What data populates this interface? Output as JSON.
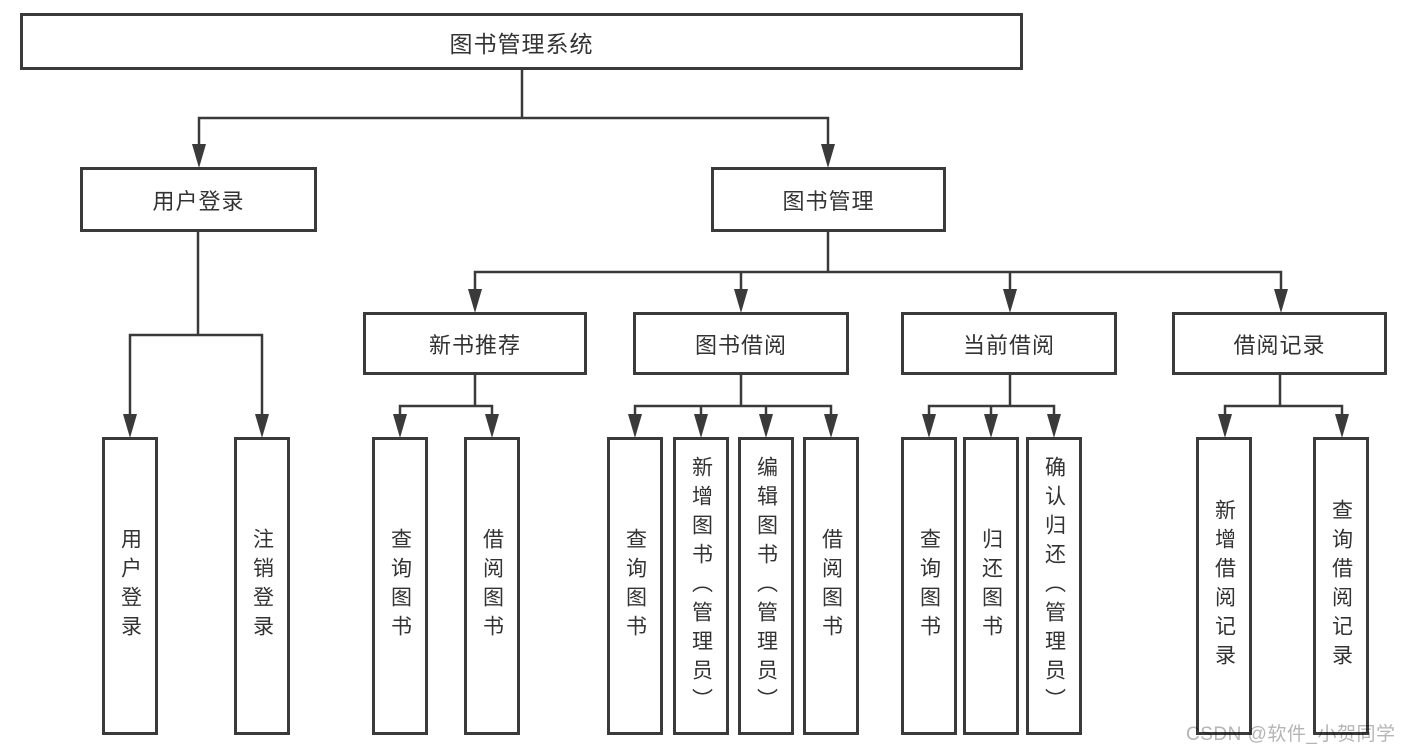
{
  "colors": {
    "line": "#3a3a3a",
    "text": "#333333",
    "background": "#ffffff",
    "watermark": "#b5b5b5"
  },
  "nodes": {
    "root": "图书管理系统",
    "user_login": "用户登录",
    "book_management": "图书管理",
    "new_book_recommend": "新书推荐",
    "book_borrow": "图书借阅",
    "current_borrow": "当前借阅",
    "borrow_record": "借阅记录",
    "ul_user_login": "用户登录",
    "ul_logout": "注销登录",
    "nb_query_book": "查询图书",
    "nb_borrow_book": "借阅图书",
    "bb_query_book": "查询图书",
    "bb_add_book": "新增图书（管理员）",
    "bb_edit_book": "编辑图书（管理员）",
    "bb_borrow_book": "借阅图书",
    "cb_query_book": "查询图书",
    "cb_return_book": "归还图书",
    "cb_confirm_return": "确认归还（管理员）",
    "br_add_record": "新增借阅记录",
    "br_query_record": "查询借阅记录"
  },
  "watermark": "CSDN @软件_小贺同学"
}
